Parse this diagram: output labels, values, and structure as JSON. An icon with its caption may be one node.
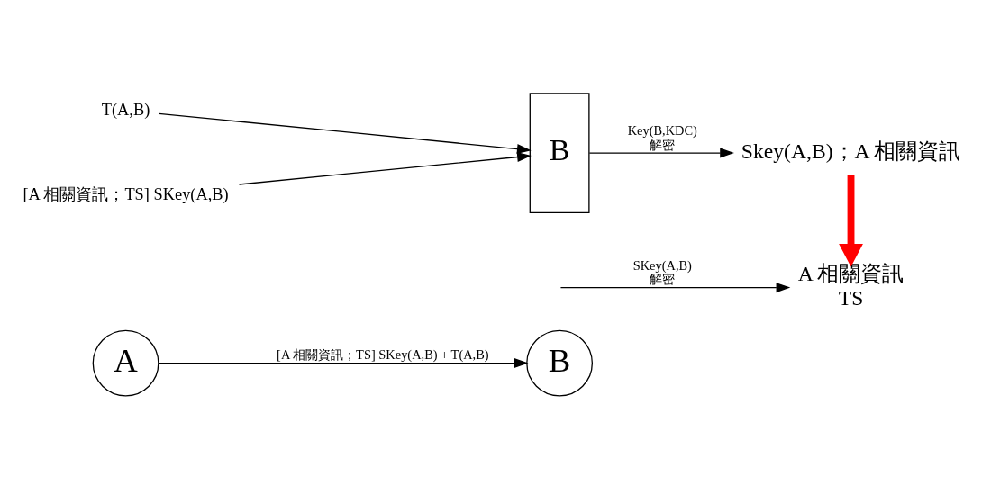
{
  "diagram": {
    "nodes": [
      {
        "text": [
          "A"
        ]
      },
      {
        "text": [
          "B"
        ]
      },
      {
        "text": [
          "T(A,B)"
        ]
      },
      {
        "text": [
          "[A 相關資訊；TS] SKey(A,B)"
        ]
      },
      {
        "text": [
          "B"
        ]
      },
      {
        "text": [
          "Skey(A,B)；A 相關資訊"
        ]
      },
      {
        "text": [
          "A 相關資訊",
          "TS"
        ]
      }
    ],
    "edges": [
      {
        "from": 0,
        "to": 1,
        "arrow": "to",
        "label": "[A 相關資訊；TS] SKey(A,B) + T(A,B)"
      },
      {
        "from": 2,
        "to": 4,
        "arrow": "to"
      },
      {
        "from": 3,
        "to": 4,
        "arrow": "to"
      },
      {
        "from": 4,
        "to": 5,
        "arrow": "to",
        "label": "Key(B,KDC) 解密"
      },
      {
        "from": 5,
        "to": 6,
        "arrow": "to",
        "style": "thick",
        "color": "#ff0000"
      },
      {
        "from": null,
        "to": 6,
        "arrow": "to",
        "label": "SKey(A,B) 解密"
      }
    ]
  }
}
